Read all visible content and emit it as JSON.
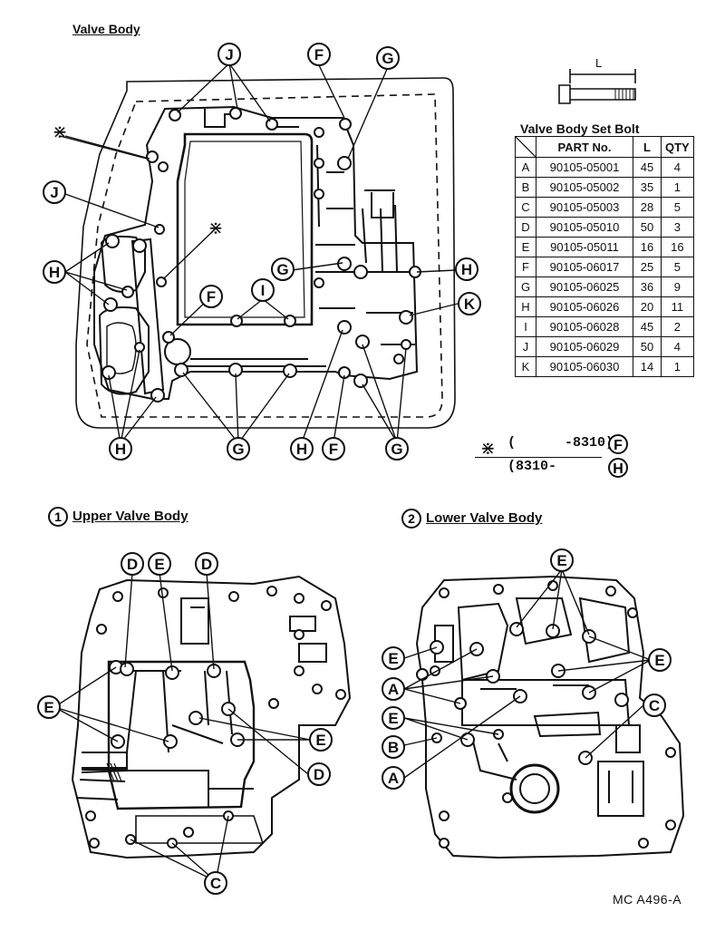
{
  "diagram": {
    "main_title": "Valve Body",
    "upper_title": "Upper Valve Body",
    "lower_title": "Lower Valve Body",
    "upper_num": "1",
    "lower_num": "2",
    "figure_id": "MC A496-A",
    "bolt_dim_label": "L",
    "asterisk": "⋇"
  },
  "table": {
    "title": "Valve Body Set Bolt",
    "headers": [
      "",
      "PART No.",
      "L",
      "QTY"
    ],
    "rows": [
      [
        "A",
        "90105-05001",
        "45",
        "4"
      ],
      [
        "B",
        "90105-05002",
        "35",
        "1"
      ],
      [
        "C",
        "90105-05003",
        "28",
        "5"
      ],
      [
        "D",
        "90105-05010",
        "50",
        "3"
      ],
      [
        "E",
        "90105-05011",
        "16",
        "16"
      ],
      [
        "F",
        "90105-06017",
        "25",
        "5"
      ],
      [
        "G",
        "90105-06025",
        "36",
        "9"
      ],
      [
        "H",
        "90105-06026",
        "20",
        "11"
      ],
      [
        "I",
        "90105-06028",
        "45",
        "2"
      ],
      [
        "J",
        "90105-06029",
        "50",
        "4"
      ],
      [
        "K",
        "90105-06030",
        "14",
        "1"
      ]
    ]
  },
  "note": {
    "line1_range": "(      -8310)",
    "line1_letter": "F",
    "line2_range": "(8310-       )",
    "line2_letter": "H"
  },
  "callouts": {
    "main": [
      "J",
      "F",
      "G",
      "J",
      "H",
      "I",
      "F",
      "G",
      "H",
      "K",
      "H",
      "G",
      "H",
      "F",
      "G"
    ],
    "upper": [
      "D",
      "E",
      "D",
      "E",
      "E",
      "D",
      "C"
    ],
    "lower": [
      "E",
      "E",
      "E",
      "A",
      "E",
      "B",
      "A",
      "C"
    ]
  }
}
